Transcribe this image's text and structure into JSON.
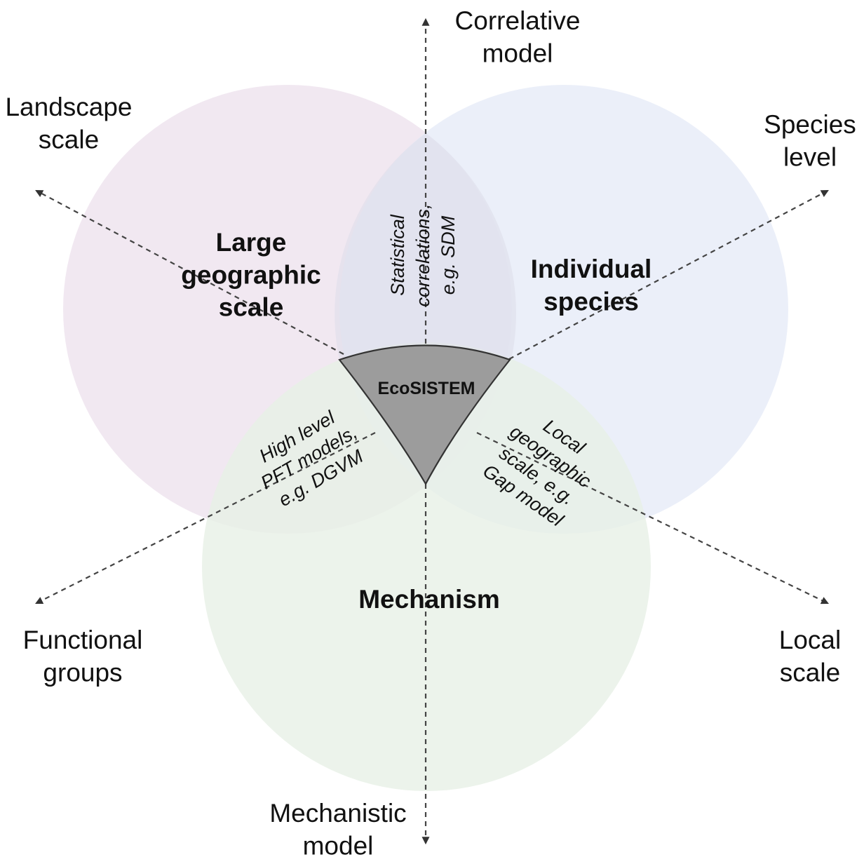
{
  "colors": {
    "circle_large_geographic": "#efe4ee",
    "circle_individual_species": "#e7ecf8",
    "circle_mechanism": "#e7f0e6",
    "center_region": "#9c9c9c",
    "axis_line": "#444444"
  },
  "circles": {
    "large_geographic": "Large\ngeographic\nscale",
    "individual_species": "Individual\nspecies",
    "mechanism": "Mechanism"
  },
  "overlaps": {
    "top": "Statistical\ncorrelations,\ne.g. SDM",
    "left": "High level\nPFT models,\ne.g. DGVM",
    "right": "Local\ngeographic\nscale, e.g.\nGap model"
  },
  "center": {
    "label": "EcoSISTEM"
  },
  "axes": {
    "top": "Correlative\nmodel",
    "bottom": "Mechanistic\nmodel",
    "top_left": "Landscape\nscale",
    "top_right": "Species\nlevel",
    "bottom_left": "Functional\ngroups",
    "bottom_right": "Local\nscale"
  }
}
